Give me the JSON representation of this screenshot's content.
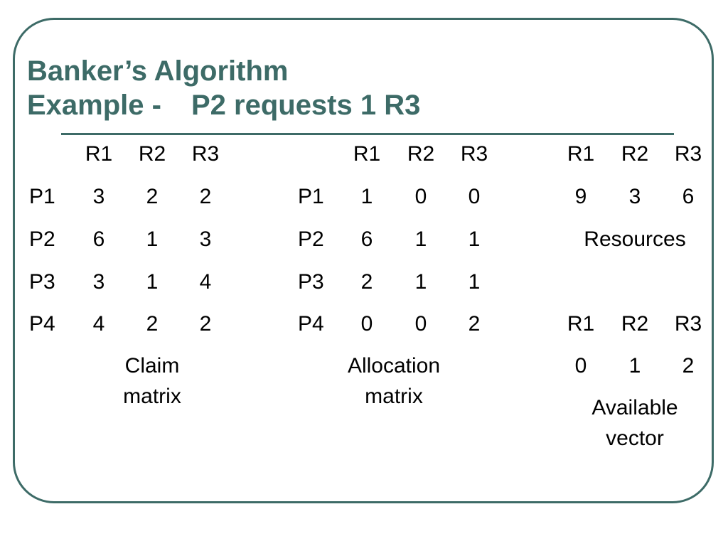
{
  "title": {
    "line1": "Banker’s Algorithm",
    "line2_a": "Example -",
    "line2_b": "P2 requests 1 R3"
  },
  "claim_matrix": {
    "headers": [
      "R1",
      "R2",
      "R3"
    ],
    "rows": [
      {
        "process": "P1",
        "values": [
          "3",
          "2",
          "2"
        ]
      },
      {
        "process": "P2",
        "values": [
          "6",
          "1",
          "3"
        ]
      },
      {
        "process": "P3",
        "values": [
          "3",
          "1",
          "4"
        ]
      },
      {
        "process": "P4",
        "values": [
          "4",
          "2",
          "2"
        ]
      }
    ],
    "caption_line1": "Claim",
    "caption_line2": "matrix"
  },
  "allocation_matrix": {
    "headers": [
      "R1",
      "R2",
      "R3"
    ],
    "rows": [
      {
        "process": "P1",
        "values": [
          "1",
          "0",
          "0"
        ]
      },
      {
        "process": "P2",
        "values": [
          "6",
          "1",
          "1"
        ]
      },
      {
        "process": "P3",
        "values": [
          "2",
          "1",
          "1"
        ]
      },
      {
        "process": "P4",
        "values": [
          "0",
          "0",
          "2"
        ]
      }
    ],
    "caption_line1": "Allocation",
    "caption_line2": "matrix"
  },
  "resources_vector": {
    "headers": [
      "R1",
      "R2",
      "R3"
    ],
    "values": [
      "9",
      "3",
      "6"
    ],
    "caption": "Resources"
  },
  "available_vector": {
    "headers": [
      "R1",
      "R2",
      "R3"
    ],
    "values": [
      "0",
      "1",
      "2"
    ],
    "caption_line1": "Available",
    "caption_line2": "vector"
  },
  "colors": {
    "accent": "#3d6b67",
    "text": "#000000",
    "background": "#ffffff"
  }
}
